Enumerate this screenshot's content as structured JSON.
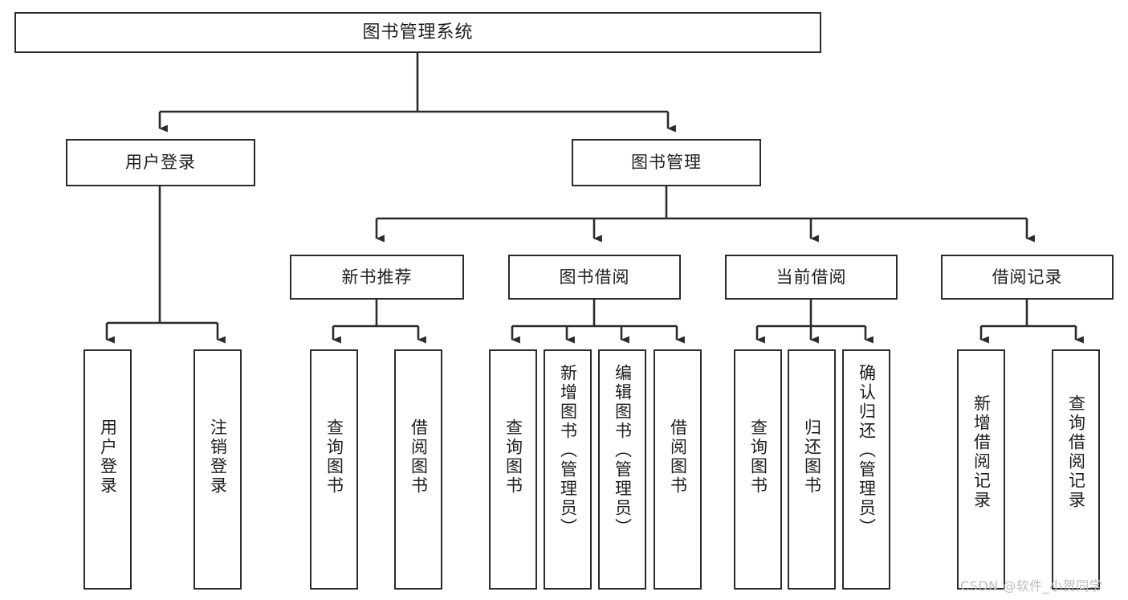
{
  "diagram": {
    "title": "图书管理系统",
    "type": "tree",
    "orientation": "top-down",
    "colors": {
      "box_border": "#2b2b2b",
      "box_fill": "#ffffff",
      "connector": "#2b2b2b",
      "text": "#1d1d1d",
      "background": "#ffffff",
      "watermark": "#bdbdbd"
    },
    "root": {
      "label": "图书管理系统"
    },
    "level2": [
      {
        "label": "用户登录"
      },
      {
        "label": "图书管理"
      }
    ],
    "level3": [
      {
        "label": "新书推荐"
      },
      {
        "label": "图书借阅"
      },
      {
        "label": "当前借阅"
      },
      {
        "label": "借阅记录"
      }
    ],
    "leaves": {
      "user_login": [
        {
          "label": "用户登录"
        },
        {
          "label": "注销登录"
        }
      ],
      "new_book": [
        {
          "label": "查询图书"
        },
        {
          "label": "借阅图书"
        }
      ],
      "book_borrow": [
        {
          "label": "查询图书"
        },
        {
          "label": "新增图书（管理员）"
        },
        {
          "label": "编辑图书（管理员）"
        },
        {
          "label": "借阅图书"
        }
      ],
      "current_borrow": [
        {
          "label": "查询图书"
        },
        {
          "label": "归还图书"
        },
        {
          "label": "确认归还（管理员）"
        }
      ],
      "borrow_record": [
        {
          "label": "新增借阅记录"
        },
        {
          "label": "查询借阅记录"
        }
      ]
    }
  },
  "watermark": {
    "text": "CSDN @软件_小贺同学"
  }
}
